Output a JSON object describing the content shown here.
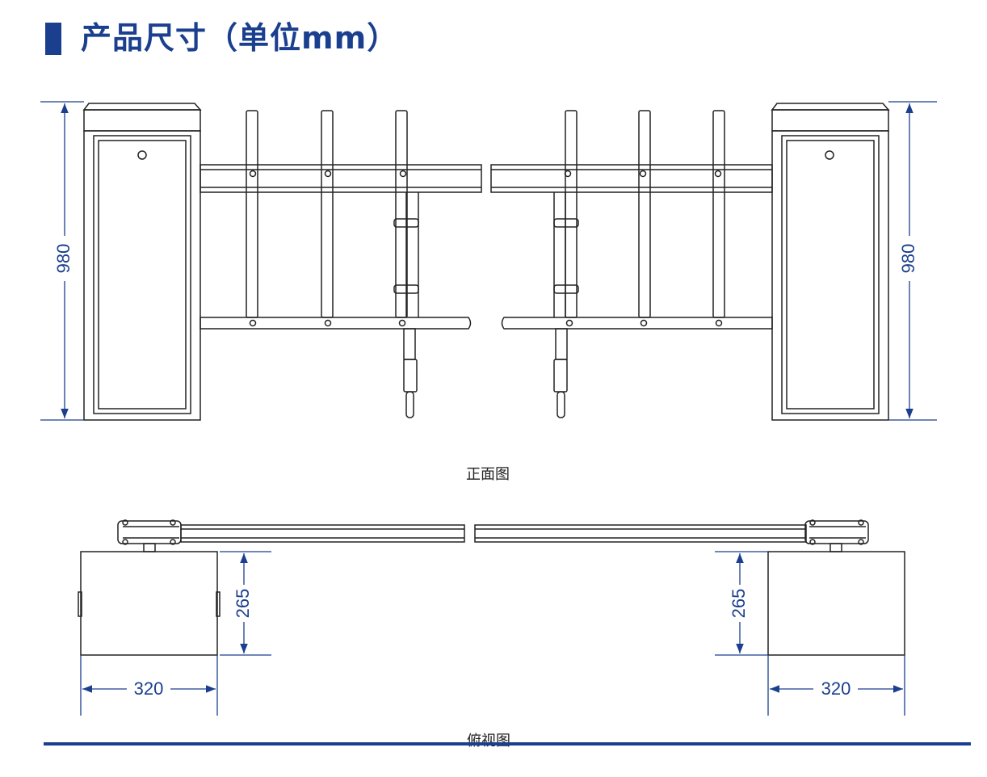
{
  "header": {
    "title": "产品尺寸（单位mm）"
  },
  "front_view": {
    "caption": "正面图",
    "height_dim_left": "980",
    "height_dim_right": "980"
  },
  "top_view": {
    "caption": "俯视图",
    "depth_dim_left": "265",
    "depth_dim_right": "265",
    "width_dim_left": "320",
    "width_dim_right": "320"
  },
  "colors": {
    "accent": "#1b3f8f",
    "line": "#222222",
    "dimension": "#1b3f8f"
  }
}
